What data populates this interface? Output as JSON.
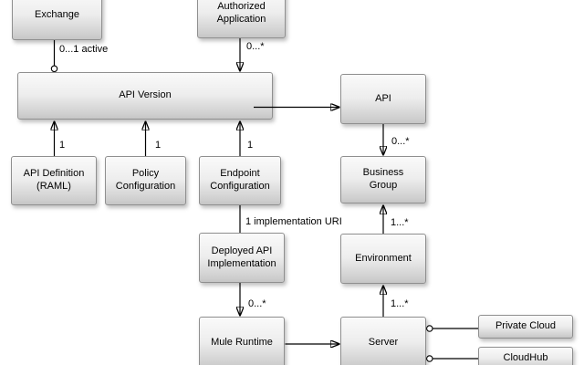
{
  "nodes": [
    {
      "id": "exchange",
      "label": "Exchange"
    },
    {
      "id": "authorized-application",
      "label": "Authorized\nApplication"
    },
    {
      "id": "api-version",
      "label": "API Version"
    },
    {
      "id": "api",
      "label": "API"
    },
    {
      "id": "api-definition-raml",
      "label": "API Definition\n(RAML)"
    },
    {
      "id": "policy-configuration",
      "label": "Policy\nConfiguration"
    },
    {
      "id": "endpoint-configuration",
      "label": "Endpoint\nConfiguration"
    },
    {
      "id": "business-group",
      "label": "Business\nGroup"
    },
    {
      "id": "deployed-api-implementation",
      "label": "Deployed API\nImplementation"
    },
    {
      "id": "environment",
      "label": "Environment"
    },
    {
      "id": "mule-runtime",
      "label": "Mule Runtime"
    },
    {
      "id": "server",
      "label": "Server"
    },
    {
      "id": "private-cloud",
      "label": "Private Cloud"
    },
    {
      "id": "cloudhub",
      "label": "CloudHub"
    }
  ],
  "edge_labels": [
    {
      "id": "exchange-to-apiversion",
      "text": "0...1 active"
    },
    {
      "id": "authorizedapp-to-apiversion",
      "text": "0...*"
    },
    {
      "id": "apidefinition-to-apiversion",
      "text": "1"
    },
    {
      "id": "policyconfig-to-apiversion",
      "text": "1"
    },
    {
      "id": "endpointconfig-to-apiversion",
      "text": "1"
    },
    {
      "id": "api-to-businessgroup",
      "text": "0...*"
    },
    {
      "id": "environment-to-businessgroup",
      "text": "1...*"
    },
    {
      "id": "endpointconfig-to-deployedapi",
      "text": "1 implementation URI"
    },
    {
      "id": "deployedapi-to-muleruntime",
      "text": "0...*"
    },
    {
      "id": "server-to-environment",
      "text": "1...*"
    }
  ],
  "colors": {
    "background": "#ffffff",
    "node_border": "#8f8f8f",
    "node_fill_top": "#fafafa",
    "node_fill_bottom": "#c6c6c6",
    "edge_line": "#000000",
    "text": "#000000"
  }
}
